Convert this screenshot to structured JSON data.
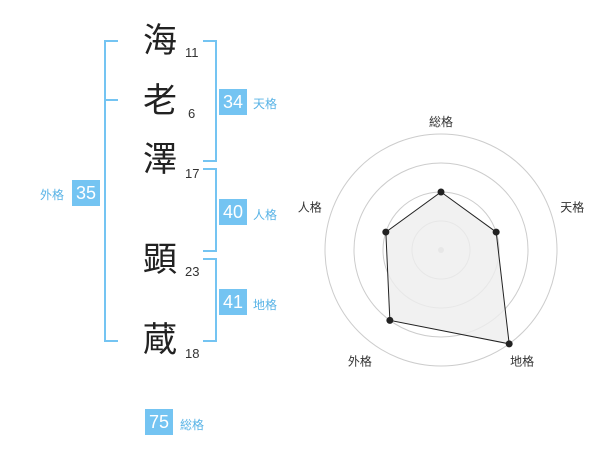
{
  "name": {
    "characters": [
      {
        "char": "海",
        "strokes": "11"
      },
      {
        "char": "老",
        "strokes": "6"
      },
      {
        "char": "澤",
        "strokes": "17"
      },
      {
        "char": "顕",
        "strokes": "23"
      },
      {
        "char": "蔵",
        "strokes": "18"
      }
    ]
  },
  "fortunes": {
    "tenkaku": {
      "value": "34",
      "label": "天格"
    },
    "jinkaku": {
      "value": "40",
      "label": "人格"
    },
    "chikaku": {
      "value": "41",
      "label": "地格"
    },
    "gaikaku": {
      "value": "35",
      "label": "外格"
    },
    "soukaku": {
      "value": "75",
      "label": "総格"
    }
  },
  "radar": {
    "axes": [
      "総格",
      "天格",
      "地格",
      "外格",
      "人格"
    ],
    "ring_count": 4,
    "values": [
      0.5,
      0.5,
      1.0,
      0.75,
      0.5
    ],
    "colors": {
      "fill": "#eeeeee",
      "stroke": "#222222",
      "ring": "#cccccc",
      "center": "#cccccc"
    }
  },
  "colors": {
    "accent": "#74c4f2",
    "accent_text": "#58b3e6"
  }
}
